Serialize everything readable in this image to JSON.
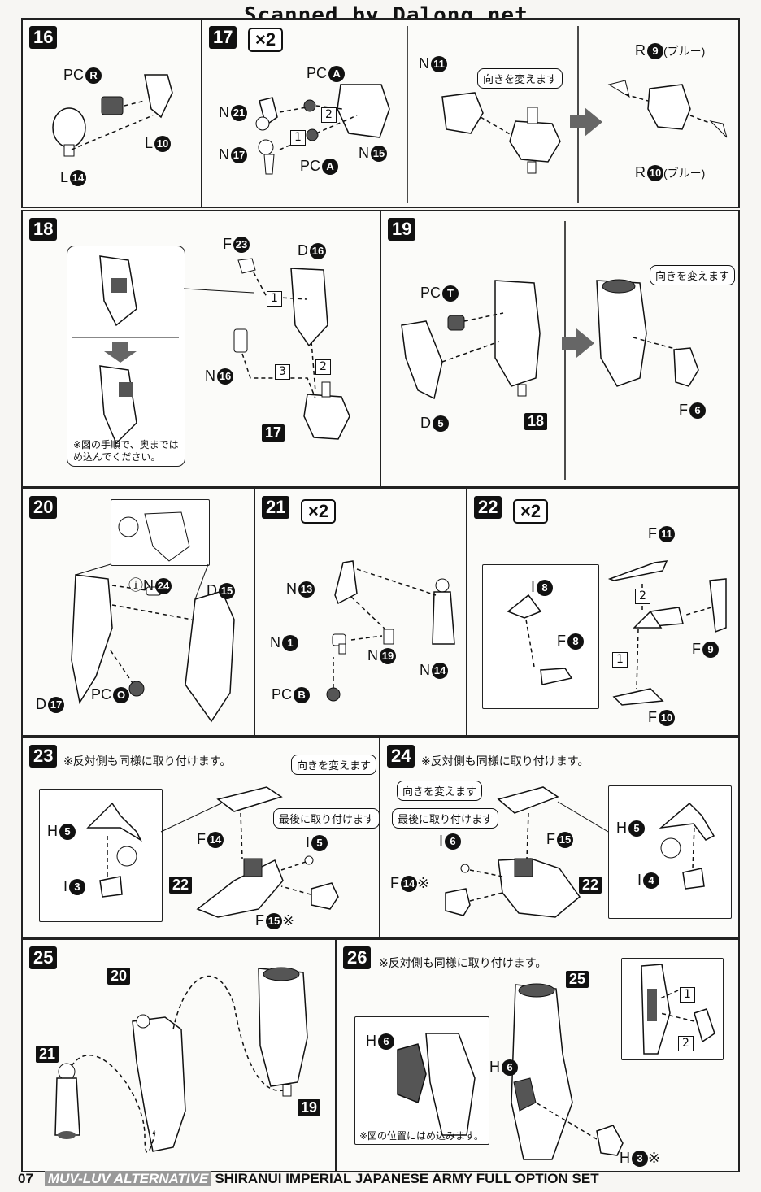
{
  "header": "Scanned by Dalong.net",
  "footer": {
    "page": "07",
    "series": "MUV-LUV ALTERNATIVE",
    "product": "SHIRANUI IMPERIAL JAPANESE ARMY FULL OPTION SET"
  },
  "common": {
    "times2": "×2",
    "turn_note": "向きを変えます",
    "last_note": "最後に取り付けます",
    "other_side_note": "※反対側も同様に取り付けます。",
    "blue": "(ブルー)",
    "asterisk": "※"
  },
  "steps": {
    "s16": {
      "num": "16",
      "labels": [
        "PC",
        "L",
        "L"
      ],
      "parts": [
        "R",
        "10",
        "14"
      ]
    },
    "s17": {
      "num": "17",
      "labels": [
        "PC",
        "N",
        "N",
        "PC",
        "N",
        "N",
        "R",
        "R"
      ],
      "parts": [
        "A",
        "21",
        "17",
        "A",
        "15",
        "11",
        "9",
        "10"
      ]
    },
    "s18": {
      "num": "18",
      "labels": [
        "F",
        "D",
        "N"
      ],
      "parts": [
        "23",
        "16",
        "16"
      ],
      "ref": "17",
      "note": "※図の手順で、奥まではめ込んでください。"
    },
    "s19": {
      "num": "19",
      "labels": [
        "PC",
        "D",
        "F"
      ],
      "parts": [
        "T",
        "5",
        "6"
      ],
      "ref": "18"
    },
    "s20": {
      "num": "20",
      "labels": [
        "N",
        "D",
        "D",
        "PC"
      ],
      "parts": [
        "24",
        "15",
        "17",
        "O"
      ]
    },
    "s21": {
      "num": "21",
      "labels": [
        "N",
        "N",
        "N",
        "N",
        "PC"
      ],
      "parts": [
        "13",
        "1",
        "19",
        "14",
        "B"
      ]
    },
    "s22": {
      "num": "22",
      "labels": [
        "F",
        "I",
        "F",
        "F",
        "F"
      ],
      "parts": [
        "11",
        "8",
        "8",
        "9",
        "10"
      ]
    },
    "s23": {
      "num": "23",
      "labels": [
        "H",
        "I",
        "F",
        "I",
        "F"
      ],
      "parts": [
        "5",
        "3",
        "14",
        "5",
        "15"
      ],
      "ref": "22"
    },
    "s24": {
      "num": "24",
      "labels": [
        "I",
        "F",
        "F",
        "H",
        "I"
      ],
      "parts": [
        "6",
        "15",
        "14",
        "5",
        "4"
      ],
      "ref": "22"
    },
    "s25": {
      "num": "25",
      "refs": [
        "20",
        "21",
        "19"
      ]
    },
    "s26": {
      "num": "26",
      "labels": [
        "H",
        "H",
        "H"
      ],
      "parts": [
        "6",
        "6",
        "3"
      ],
      "ref": "25",
      "note": "※図の位置にはめ込みます。"
    }
  },
  "colors": {
    "ink": "#111111",
    "paper": "#fbfbf9",
    "arrow": "#666666"
  }
}
